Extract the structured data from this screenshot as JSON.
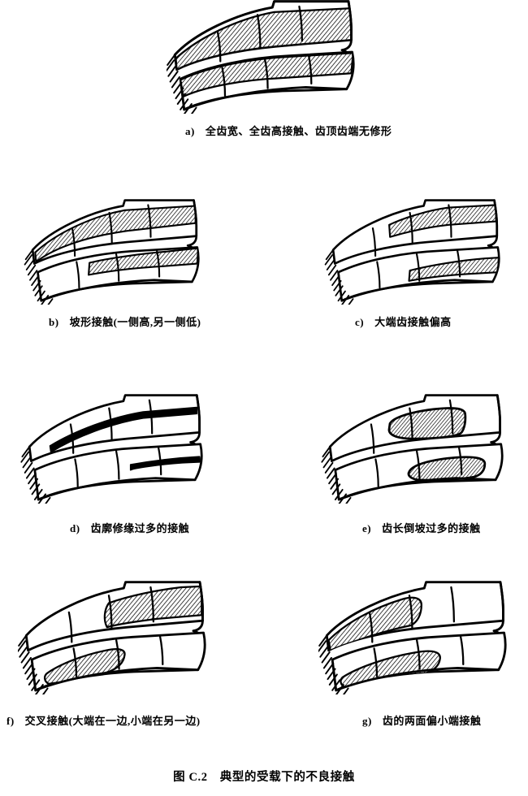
{
  "figure": {
    "title": "图 C.2　典型的受载下的不良接触",
    "title_id": "图 C.2",
    "title_text": "典型的受载下的不良接触"
  },
  "panels": [
    {
      "key": "a",
      "label": "a)",
      "caption": "全齿宽、全齿高接触、齿顶齿端无修形",
      "contact": "full-width-full-height-no-modification"
    },
    {
      "key": "b",
      "label": "b)",
      "caption": "坡形接触(一侧高,另一侧低)",
      "contact": "sloped-contact-one-side-high-other-side-low"
    },
    {
      "key": "c",
      "label": "c)",
      "caption": "大端齿接触偏高",
      "contact": "large-end-contact-too-high"
    },
    {
      "key": "d",
      "label": "d)",
      "caption": "齿廓修缘过多的接触",
      "contact": "excessive-profile-tip-relief"
    },
    {
      "key": "e",
      "label": "e)",
      "caption": "齿长倒坡过多的接触",
      "contact": "excessive-lengthwise-crowning"
    },
    {
      "key": "f",
      "label": "f)",
      "caption": "交叉接触(大端在一边,小端在另一边)",
      "contact": "cross-contact-large-end-one-side-small-end-other-side"
    },
    {
      "key": "g",
      "label": "g)",
      "caption": "齿的两面偏小端接触",
      "contact": "both-flanks-biased-to-small-end"
    }
  ],
  "style": {
    "ink": "#000000",
    "paper": "#ffffff"
  }
}
